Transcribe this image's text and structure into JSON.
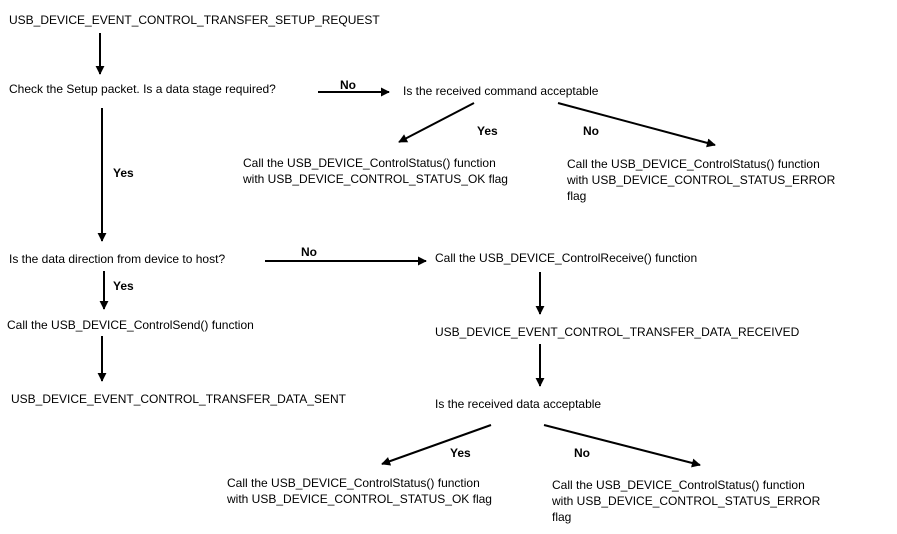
{
  "nodes": {
    "setup_request": "USB_DEVICE_EVENT_CONTROL_TRANSFER_SETUP_REQUEST",
    "check_setup": "Check the Setup packet. Is a data stage required?",
    "command_acceptable": "Is the received command acceptable",
    "status_ok_1": {
      "line1": "Call the USB_DEVICE_ControlStatus() function",
      "line2": "with USB_DEVICE_CONTROL_STATUS_OK flag"
    },
    "status_error_1": {
      "line1": "Call the USB_DEVICE_ControlStatus() function",
      "line2": "with USB_DEVICE_CONTROL_STATUS_ERROR",
      "line3": "flag"
    },
    "direction_question": "Is the data direction from device to host?",
    "control_receive": "Call the USB_DEVICE_ControlReceive() function",
    "control_send": "Call the USB_DEVICE_ControlSend() function",
    "data_received": "USB_DEVICE_EVENT_CONTROL_TRANSFER_DATA_RECEIVED",
    "data_sent": "USB_DEVICE_EVENT_CONTROL_TRANSFER_DATA_SENT",
    "data_acceptable": "Is the received data acceptable",
    "status_ok_2": {
      "line1": "Call the USB_DEVICE_ControlStatus() function",
      "line2": "with USB_DEVICE_CONTROL_STATUS_OK flag"
    },
    "status_error_2": {
      "line1": "Call the USB_DEVICE_ControlStatus() function",
      "line2": "with USB_DEVICE_CONTROL_STATUS_ERROR",
      "line3": "flag"
    }
  },
  "edge_labels": {
    "no_data_stage": "No",
    "yes_data_stage": "Yes",
    "yes_command": "Yes",
    "no_command": "No",
    "no_direction": "No",
    "yes_direction": "Yes",
    "yes_data": "Yes",
    "no_data": "No"
  }
}
